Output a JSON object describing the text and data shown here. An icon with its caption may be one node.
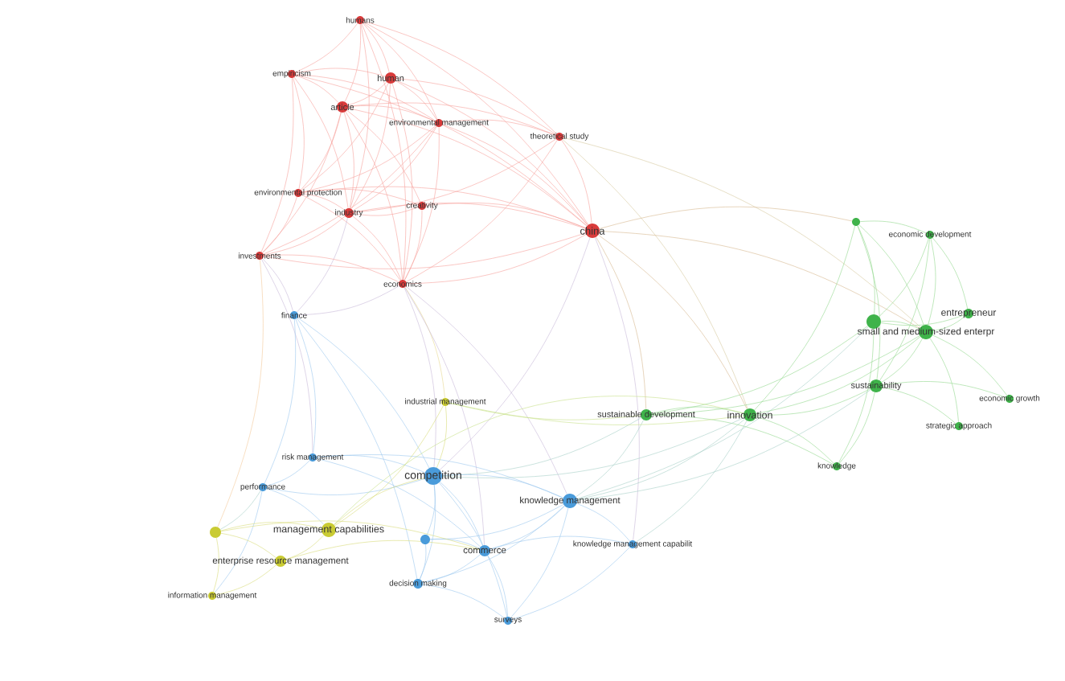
{
  "diagram": {
    "nodes": [
      {
        "text": [
          "humans"
        ]
      },
      {
        "text": [
          "empiricism"
        ]
      },
      {
        "text": [
          "human"
        ]
      },
      {
        "text": [
          "article"
        ]
      },
      {
        "text": [
          "environmental management"
        ]
      },
      {
        "text": [
          "theoretical study"
        ]
      },
      {
        "text": [
          "environmental protection"
        ]
      },
      {
        "text": [
          "creativity"
        ]
      },
      {
        "text": [
          "industry"
        ]
      },
      {
        "text": [],
        "shape": "circle"
      },
      {
        "text": [
          "china"
        ]
      },
      {
        "text": [
          "economic development"
        ]
      },
      {
        "text": [
          "investments"
        ]
      },
      {
        "text": [
          "economics"
        ]
      },
      {
        "text": [
          "finance"
        ]
      },
      {
        "text": [
          "entrepreneur"
        ]
      },
      {
        "text": [],
        "shape": "circle"
      },
      {
        "text": [
          "small and medium-sized enterpr"
        ]
      },
      {
        "text": [
          "sustainability"
        ]
      },
      {
        "text": [
          "economic growth"
        ]
      },
      {
        "text": [
          "industrial management"
        ]
      },
      {
        "text": [
          "sustainable development"
        ]
      },
      {
        "text": [
          "innovation"
        ]
      },
      {
        "text": [
          "strategic approach"
        ]
      },
      {
        "text": [
          "risk management"
        ]
      },
      {
        "text": [
          "knowledge"
        ]
      },
      {
        "text": [
          "competition"
        ]
      },
      {
        "text": [
          "performance"
        ]
      },
      {
        "text": [
          "knowledge management"
        ]
      },
      {
        "text": [],
        "shape": "circle"
      },
      {
        "text": [
          "management capabilities"
        ]
      },
      {
        "text": [],
        "shape": "circle"
      },
      {
        "text": [
          "commerce"
        ]
      },
      {
        "text": [
          "knowledge management capabilit"
        ]
      },
      {
        "text": [
          "enterprise resource management"
        ]
      },
      {
        "text": [
          "decision making"
        ]
      },
      {
        "text": [
          "information management"
        ]
      },
      {
        "text": [
          "surveys"
        ]
      }
    ],
    "edges": [
      {
        "from": 0,
        "to": 1,
        "arrow": "none",
        "color": "#f7a19c"
      },
      {
        "from": 0,
        "to": 2,
        "arrow": "none",
        "color": "#f7a19c"
      },
      {
        "from": 0,
        "to": 3,
        "arrow": "none",
        "color": "#f7a19c"
      },
      {
        "from": 0,
        "to": 4,
        "arrow": "none",
        "color": "#f7a19c"
      },
      {
        "from": 0,
        "to": 5,
        "arrow": "none",
        "color": "#f7a19c"
      },
      {
        "from": 0,
        "to": 10,
        "arrow": "none",
        "color": "#f7a19c"
      },
      {
        "from": 0,
        "to": 8,
        "arrow": "none",
        "color": "#f7a19c"
      },
      {
        "from": 0,
        "to": 13,
        "arrow": "none",
        "color": "#f7a19c"
      },
      {
        "from": 1,
        "to": 2,
        "arrow": "none",
        "color": "#f7a19c"
      },
      {
        "from": 1,
        "to": 3,
        "arrow": "none",
        "color": "#f7a19c"
      },
      {
        "from": 1,
        "to": 6,
        "arrow": "none",
        "color": "#f7a19c"
      },
      {
        "from": 1,
        "to": 8,
        "arrow": "none",
        "color": "#f7a19c"
      },
      {
        "from": 1,
        "to": 12,
        "arrow": "none",
        "color": "#f7a19c"
      },
      {
        "from": 1,
        "to": 10,
        "arrow": "none",
        "color": "#f7a19c"
      },
      {
        "from": 1,
        "to": 4,
        "arrow": "none",
        "color": "#f7a19c"
      },
      {
        "from": 2,
        "to": 3,
        "arrow": "none",
        "color": "#f7a19c"
      },
      {
        "from": 2,
        "to": 4,
        "arrow": "none",
        "color": "#f7a19c"
      },
      {
        "from": 2,
        "to": 5,
        "arrow": "none",
        "color": "#f7a19c"
      },
      {
        "from": 2,
        "to": 6,
        "arrow": "none",
        "color": "#f7a19c"
      },
      {
        "from": 2,
        "to": 8,
        "arrow": "none",
        "color": "#f7a19c"
      },
      {
        "from": 2,
        "to": 10,
        "arrow": "none",
        "color": "#f7a19c"
      },
      {
        "from": 2,
        "to": 13,
        "arrow": "none",
        "color": "#f7a19c"
      },
      {
        "from": 3,
        "to": 4,
        "arrow": "none",
        "color": "#f7a19c"
      },
      {
        "from": 3,
        "to": 5,
        "arrow": "none",
        "color": "#f7a19c"
      },
      {
        "from": 3,
        "to": 6,
        "arrow": "none",
        "color": "#f7a19c"
      },
      {
        "from": 3,
        "to": 8,
        "arrow": "none",
        "color": "#f7a19c"
      },
      {
        "from": 3,
        "to": 12,
        "arrow": "none",
        "color": "#f7a19c"
      },
      {
        "from": 3,
        "to": 13,
        "arrow": "none",
        "color": "#f7a19c"
      },
      {
        "from": 3,
        "to": 10,
        "arrow": "none",
        "color": "#f7a19c"
      },
      {
        "from": 3,
        "to": 7,
        "arrow": "none",
        "color": "#f7a19c"
      },
      {
        "from": 4,
        "to": 5,
        "arrow": "none",
        "color": "#f7a19c"
      },
      {
        "from": 4,
        "to": 6,
        "arrow": "none",
        "color": "#f7a19c"
      },
      {
        "from": 4,
        "to": 8,
        "arrow": "none",
        "color": "#f7a19c"
      },
      {
        "from": 4,
        "to": 10,
        "arrow": "none",
        "color": "#f7a19c"
      },
      {
        "from": 4,
        "to": 13,
        "arrow": "none",
        "color": "#f7a19c"
      },
      {
        "from": 4,
        "to": 12,
        "arrow": "none",
        "color": "#f7a19c"
      },
      {
        "from": 5,
        "to": 10,
        "arrow": "none",
        "color": "#f7a19c"
      },
      {
        "from": 5,
        "to": 13,
        "arrow": "none",
        "color": "#f7a19c"
      },
      {
        "from": 5,
        "to": 8,
        "arrow": "none",
        "color": "#f7a19c"
      },
      {
        "from": 5,
        "to": 22,
        "arrow": "none",
        "color": "#d6c9a0"
      },
      {
        "from": 5,
        "to": 17,
        "arrow": "none",
        "color": "#d6c9a0"
      },
      {
        "from": 6,
        "to": 8,
        "arrow": "none",
        "color": "#f7a19c"
      },
      {
        "from": 6,
        "to": 12,
        "arrow": "none",
        "color": "#f7a19c"
      },
      {
        "from": 6,
        "to": 10,
        "arrow": "none",
        "color": "#f7a19c"
      },
      {
        "from": 6,
        "to": 13,
        "arrow": "none",
        "color": "#f7a19c"
      },
      {
        "from": 6,
        "to": 7,
        "arrow": "none",
        "color": "#f7a19c"
      },
      {
        "from": 7,
        "to": 8,
        "arrow": "none",
        "color": "#f7a19c"
      },
      {
        "from": 7,
        "to": 13,
        "arrow": "none",
        "color": "#f7a19c"
      },
      {
        "from": 7,
        "to": 10,
        "arrow": "none",
        "color": "#f7a19c"
      },
      {
        "from": 8,
        "to": 12,
        "arrow": "none",
        "color": "#f7a19c"
      },
      {
        "from": 8,
        "to": 13,
        "arrow": "none",
        "color": "#f7a19c"
      },
      {
        "from": 8,
        "to": 10,
        "arrow": "none",
        "color": "#f7a19c"
      },
      {
        "from": 8,
        "to": 14,
        "arrow": "none",
        "color": "#c8b8d8"
      },
      {
        "from": 10,
        "to": 12,
        "arrow": "none",
        "color": "#f7a19c"
      },
      {
        "from": 10,
        "to": 13,
        "arrow": "none",
        "color": "#f7a19c"
      },
      {
        "from": 10,
        "to": 22,
        "arrow": "none",
        "color": "#d6b890"
      },
      {
        "from": 10,
        "to": 17,
        "arrow": "none",
        "color": "#d6b890"
      },
      {
        "from": 10,
        "to": 9,
        "arrow": "none",
        "color": "#d6b890"
      },
      {
        "from": 10,
        "to": 21,
        "arrow": "none",
        "color": "#d6b890"
      },
      {
        "from": 10,
        "to": 26,
        "arrow": "none",
        "color": "#c8b8d8"
      },
      {
        "from": 10,
        "to": 33,
        "arrow": "none",
        "color": "#c8b8d8"
      },
      {
        "from": 12,
        "to": 13,
        "arrow": "none",
        "color": "#f7a19c"
      },
      {
        "from": 12,
        "to": 14,
        "arrow": "none",
        "color": "#c8b8d8"
      },
      {
        "from": 12,
        "to": 29,
        "arrow": "none",
        "color": "#f3c99a"
      },
      {
        "from": 12,
        "to": 24,
        "arrow": "none",
        "color": "#c8b8d8"
      },
      {
        "from": 13,
        "to": 26,
        "arrow": "none",
        "color": "#c8b8d8"
      },
      {
        "from": 13,
        "to": 20,
        "arrow": "none",
        "color": "#e8d890"
      },
      {
        "from": 13,
        "to": 32,
        "arrow": "none",
        "color": "#c8b8d8"
      },
      {
        "from": 13,
        "to": 14,
        "arrow": "none",
        "color": "#c8b8d8"
      },
      {
        "from": 13,
        "to": 28,
        "arrow": "none",
        "color": "#c8b8d8"
      },
      {
        "from": 9,
        "to": 11,
        "arrow": "none",
        "color": "#93d88e"
      },
      {
        "from": 9,
        "to": 16,
        "arrow": "none",
        "color": "#93d88e"
      },
      {
        "from": 9,
        "to": 17,
        "arrow": "none",
        "color": "#93d88e"
      },
      {
        "from": 9,
        "to": 18,
        "arrow": "none",
        "color": "#93d88e"
      },
      {
        "from": 9,
        "to": 22,
        "arrow": "none",
        "color": "#93d88e"
      },
      {
        "from": 11,
        "to": 15,
        "arrow": "none",
        "color": "#93d88e"
      },
      {
        "from": 11,
        "to": 16,
        "arrow": "none",
        "color": "#93d88e"
      },
      {
        "from": 11,
        "to": 17,
        "arrow": "none",
        "color": "#93d88e"
      },
      {
        "from": 11,
        "to": 18,
        "arrow": "none",
        "color": "#93d88e"
      },
      {
        "from": 15,
        "to": 16,
        "arrow": "none",
        "color": "#93d88e"
      },
      {
        "from": 15,
        "to": 17,
        "arrow": "none",
        "color": "#93d88e"
      },
      {
        "from": 16,
        "to": 17,
        "arrow": "none",
        "color": "#93d88e"
      },
      {
        "from": 16,
        "to": 21,
        "arrow": "none",
        "color": "#93d88e"
      },
      {
        "from": 16,
        "to": 25,
        "arrow": "none",
        "color": "#93d88e"
      },
      {
        "from": 16,
        "to": 28,
        "arrow": "none",
        "color": "#a8d0c8"
      },
      {
        "from": 17,
        "to": 18,
        "arrow": "none",
        "color": "#93d88e"
      },
      {
        "from": 17,
        "to": 19,
        "arrow": "none",
        "color": "#93d88e"
      },
      {
        "from": 17,
        "to": 23,
        "arrow": "none",
        "color": "#93d88e"
      },
      {
        "from": 17,
        "to": 22,
        "arrow": "none",
        "color": "#93d88e"
      },
      {
        "from": 17,
        "to": 21,
        "arrow": "none",
        "color": "#93d88e"
      },
      {
        "from": 18,
        "to": 22,
        "arrow": "none",
        "color": "#93d88e"
      },
      {
        "from": 18,
        "to": 23,
        "arrow": "none",
        "color": "#93d88e"
      },
      {
        "from": 18,
        "to": 19,
        "arrow": "none",
        "color": "#93d88e"
      },
      {
        "from": 18,
        "to": 25,
        "arrow": "none",
        "color": "#93d88e"
      },
      {
        "from": 18,
        "to": 28,
        "arrow": "none",
        "color": "#a8d0c8"
      },
      {
        "from": 21,
        "to": 22,
        "arrow": "none",
        "color": "#93d88e"
      },
      {
        "from": 21,
        "to": 25,
        "arrow": "none",
        "color": "#93d88e"
      },
      {
        "from": 22,
        "to": 25,
        "arrow": "none",
        "color": "#93d88e"
      },
      {
        "from": 21,
        "to": 26,
        "arrow": "none",
        "color": "#a8d0c8"
      },
      {
        "from": 21,
        "to": 28,
        "arrow": "none",
        "color": "#a8d0c8"
      },
      {
        "from": 22,
        "to": 28,
        "arrow": "none",
        "color": "#a8d0c8"
      },
      {
        "from": 22,
        "to": 26,
        "arrow": "none",
        "color": "#a8d0c8"
      },
      {
        "from": 22,
        "to": 33,
        "arrow": "none",
        "color": "#a8d0c8"
      },
      {
        "from": 14,
        "to": 26,
        "arrow": "none",
        "color": "#9cc8ee"
      },
      {
        "from": 14,
        "to": 24,
        "arrow": "none",
        "color": "#9cc8ee"
      },
      {
        "from": 14,
        "to": 27,
        "arrow": "none",
        "color": "#9cc8ee"
      },
      {
        "from": 14,
        "to": 35,
        "arrow": "none",
        "color": "#9cc8ee"
      },
      {
        "from": 24,
        "to": 26,
        "arrow": "none",
        "color": "#9cc8ee"
      },
      {
        "from": 24,
        "to": 27,
        "arrow": "none",
        "color": "#9cc8ee"
      },
      {
        "from": 24,
        "to": 28,
        "arrow": "none",
        "color": "#9cc8ee"
      },
      {
        "from": 24,
        "to": 32,
        "arrow": "none",
        "color": "#9cc8ee"
      },
      {
        "from": 26,
        "to": 27,
        "arrow": "none",
        "color": "#9cc8ee"
      },
      {
        "from": 26,
        "to": 28,
        "arrow": "none",
        "color": "#9cc8ee"
      },
      {
        "from": 26,
        "to": 31,
        "arrow": "none",
        "color": "#9cc8ee"
      },
      {
        "from": 26,
        "to": 32,
        "arrow": "none",
        "color": "#9cc8ee"
      },
      {
        "from": 26,
        "to": 35,
        "arrow": "none",
        "color": "#9cc8ee"
      },
      {
        "from": 26,
        "to": 37,
        "arrow": "none",
        "color": "#9cc8ee"
      },
      {
        "from": 28,
        "to": 32,
        "arrow": "none",
        "color": "#9cc8ee"
      },
      {
        "from": 28,
        "to": 33,
        "arrow": "none",
        "color": "#9cc8ee"
      },
      {
        "from": 28,
        "to": 35,
        "arrow": "none",
        "color": "#9cc8ee"
      },
      {
        "from": 28,
        "to": 37,
        "arrow": "none",
        "color": "#9cc8ee"
      },
      {
        "from": 28,
        "to": 31,
        "arrow": "none",
        "color": "#9cc8ee"
      },
      {
        "from": 31,
        "to": 32,
        "arrow": "none",
        "color": "#9cc8ee"
      },
      {
        "from": 31,
        "to": 35,
        "arrow": "none",
        "color": "#9cc8ee"
      },
      {
        "from": 32,
        "to": 35,
        "arrow": "none",
        "color": "#9cc8ee"
      },
      {
        "from": 32,
        "to": 37,
        "arrow": "none",
        "color": "#9cc8ee"
      },
      {
        "from": 32,
        "to": 33,
        "arrow": "none",
        "color": "#9cc8ee"
      },
      {
        "from": 33,
        "to": 37,
        "arrow": "none",
        "color": "#9cc8ee"
      },
      {
        "from": 35,
        "to": 37,
        "arrow": "none",
        "color": "#9cc8ee"
      },
      {
        "from": 27,
        "to": 29,
        "arrow": "none",
        "color": "#a8d0c8"
      },
      {
        "from": 27,
        "to": 30,
        "arrow": "none",
        "color": "#9cc8ee"
      },
      {
        "from": 27,
        "to": 36,
        "arrow": "none",
        "color": "#9cc8ee"
      },
      {
        "from": 20,
        "to": 26,
        "arrow": "none",
        "color": "#d8dc7a"
      },
      {
        "from": 20,
        "to": 30,
        "arrow": "none",
        "color": "#d8dc7a"
      },
      {
        "from": 20,
        "to": 21,
        "arrow": "none",
        "color": "#c8e08a"
      },
      {
        "from": 20,
        "to": 22,
        "arrow": "none",
        "color": "#c8e08a"
      },
      {
        "from": 29,
        "to": 30,
        "arrow": "none",
        "color": "#d8dc7a"
      },
      {
        "from": 29,
        "to": 34,
        "arrow": "none",
        "color": "#d8dc7a"
      },
      {
        "from": 29,
        "to": 36,
        "arrow": "none",
        "color": "#d8dc7a"
      },
      {
        "from": 30,
        "to": 34,
        "arrow": "none",
        "color": "#d8dc7a"
      },
      {
        "from": 30,
        "to": 26,
        "arrow": "none",
        "color": "#d8dc7a"
      },
      {
        "from": 34,
        "to": 36,
        "arrow": "none",
        "color": "#d8dc7a"
      },
      {
        "from": 34,
        "to": 32,
        "arrow": "none",
        "color": "#d8dc7a"
      },
      {
        "from": 29,
        "to": 32,
        "arrow": "none",
        "color": "#d8dc7a"
      },
      {
        "from": 30,
        "to": 22,
        "arrow": "none",
        "color": "#c8e08a"
      }
    ]
  }
}
